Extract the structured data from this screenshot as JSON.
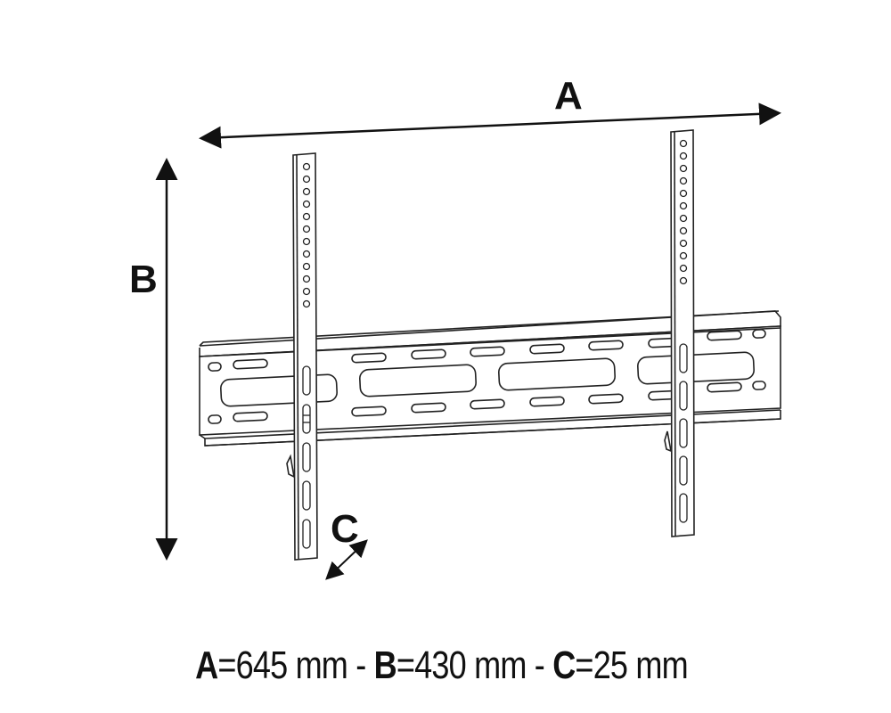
{
  "diagram": {
    "subject": "tv-wall-mount-bracket",
    "labels": {
      "a": "A",
      "b": "B",
      "c": "C"
    },
    "colors": {
      "line": "#222222",
      "background": "#ffffff"
    },
    "brackets": {
      "vertical_arm_hole_count": 12,
      "vertical_arm_slot_count": 5
    }
  },
  "caption": {
    "a_key": "A",
    "a_eq": "=",
    "a_value": "645 mm",
    "sep1": " - ",
    "b_key": "B",
    "b_eq": "=",
    "b_value": "430 mm",
    "sep2": " - ",
    "c_key": "C",
    "c_eq": "=",
    "c_value": "25 mm"
  }
}
